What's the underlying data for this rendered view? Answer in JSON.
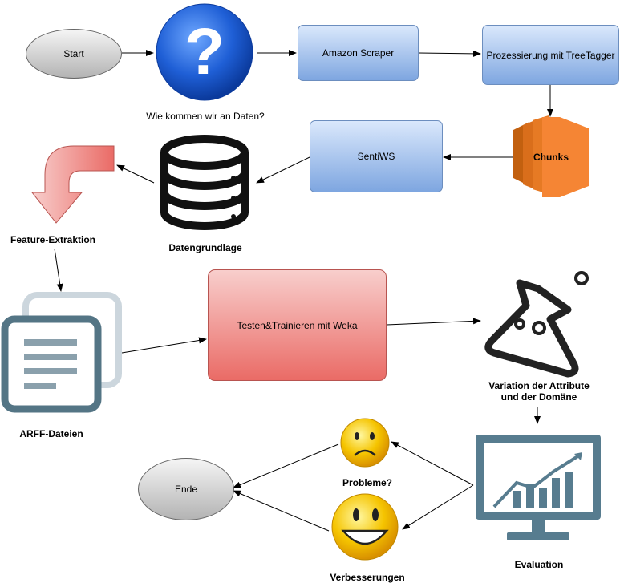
{
  "nodes": {
    "start": "Start",
    "question_caption": "Wie kommen wir an Daten?",
    "amazon_scraper": "Amazon Scraper",
    "treetagger": "Prozessierung mit TreeTagger",
    "chunks": "Chunks",
    "sentiws": "SentiWS",
    "datengrundlage": "Datengrundlage",
    "feature_extraktion": "Feature-Extraktion",
    "arff": "ARFF-Dateien",
    "weka": "Testen&Trainieren mit Weka",
    "variation_line1": "Variation der Attribute",
    "variation_line2": "und der Domäne",
    "evaluation": "Evaluation",
    "probleme": "Probleme?",
    "verbesserungen": "Verbesserungen",
    "ende": "Ende"
  },
  "colors": {
    "blue_box": "#7ea6e0",
    "red_box": "#ea6b66",
    "question_icon": "#1f5fd6",
    "chunks_icon": "#f58534",
    "database_icon": "#111111",
    "document_icon": "#547585",
    "monitor_icon": "#577c8f",
    "smiley": "#f5c400"
  },
  "icons": [
    "question-icon",
    "chunks-stack-icon",
    "database-icon",
    "down-arrow-icon",
    "documents-icon",
    "flask-icon",
    "monitor-chart-icon",
    "sad-face-icon",
    "happy-face-icon"
  ]
}
